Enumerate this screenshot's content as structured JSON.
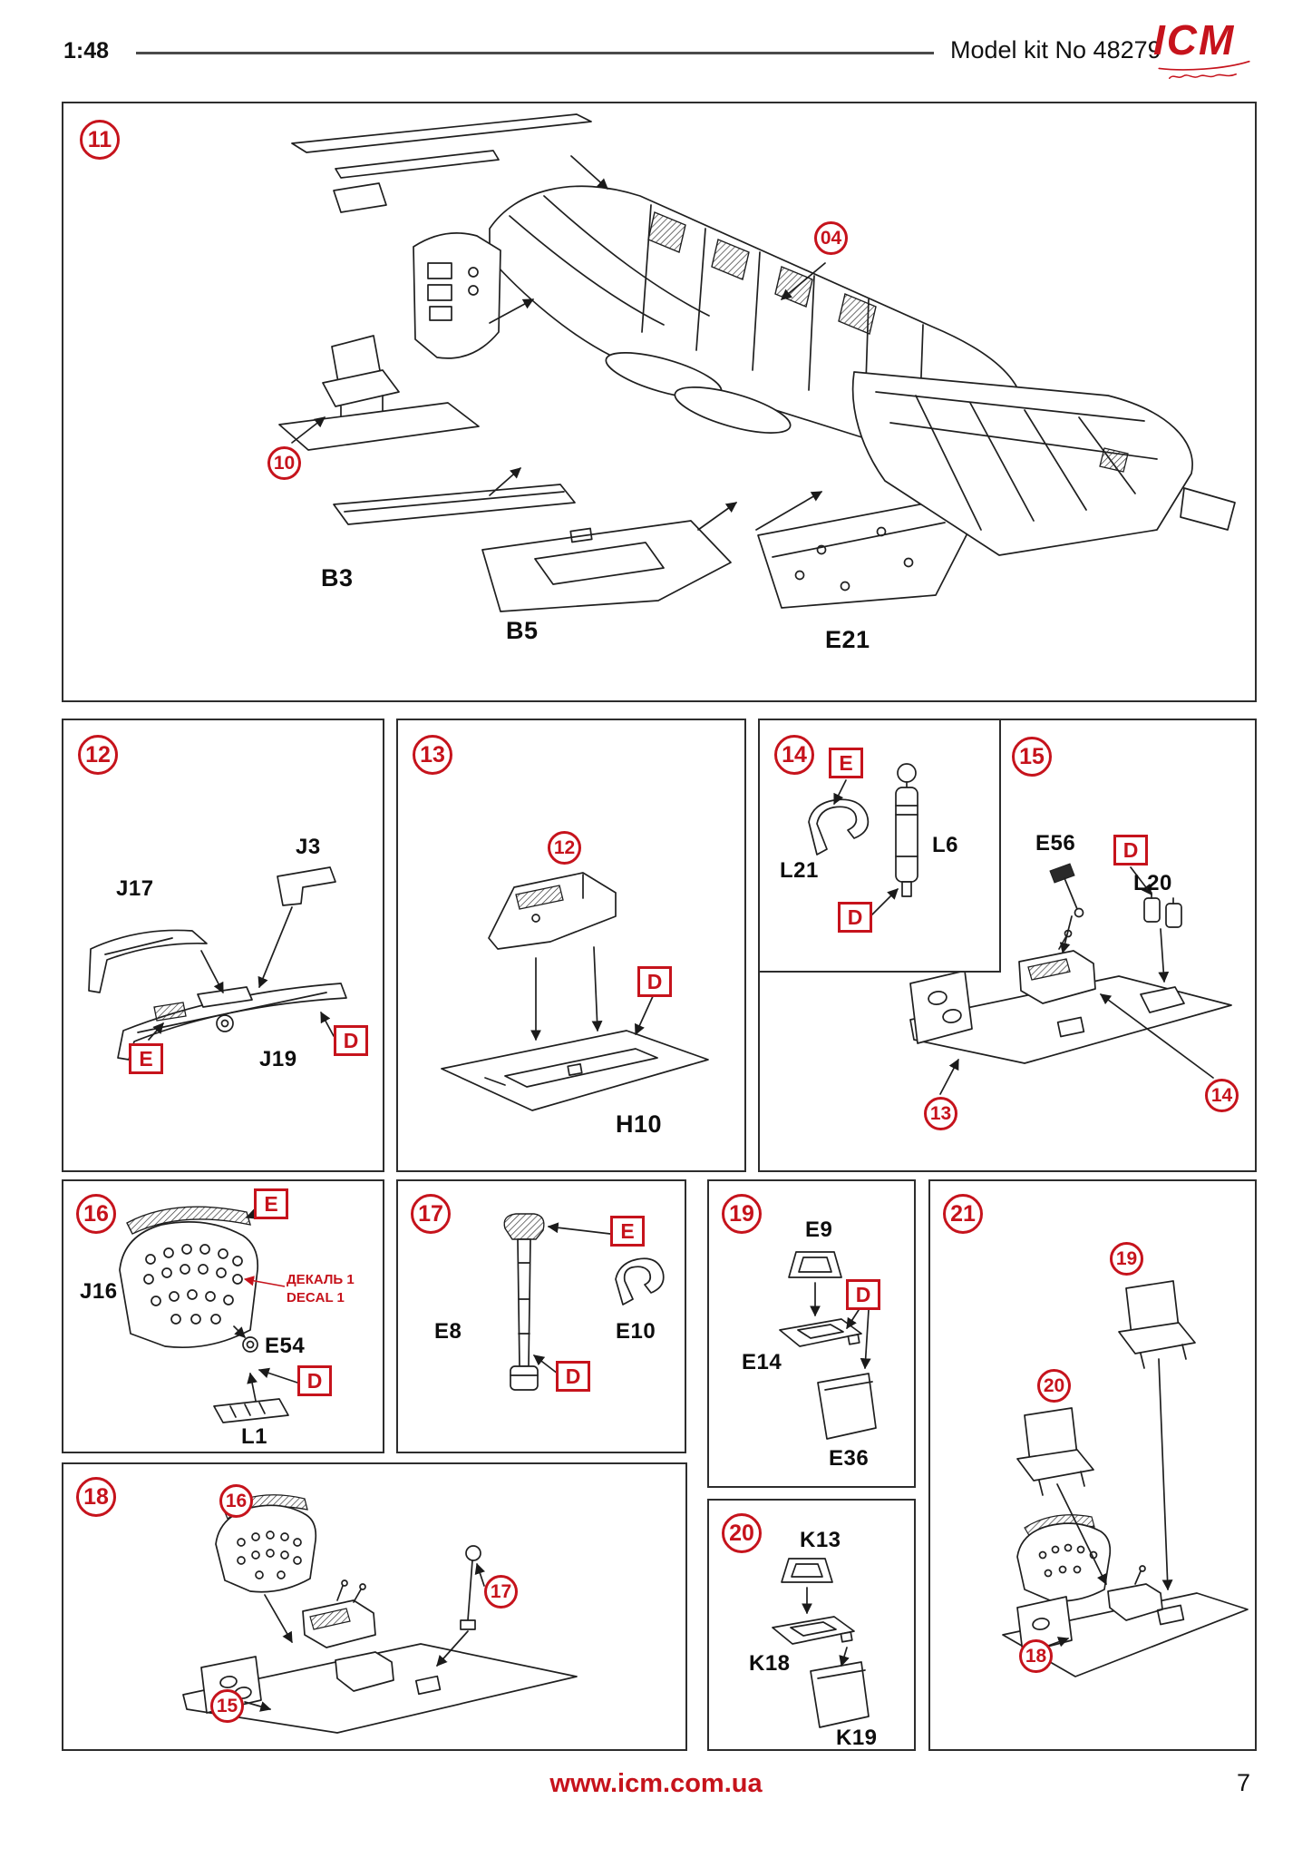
{
  "colors": {
    "accent": "#c6131c",
    "ink": "#1f1f1f"
  },
  "header": {
    "scale": "1:48",
    "kit_no": "Model kit No 48279",
    "brand": "ICM"
  },
  "footer": {
    "website": "www.icm.com.ua",
    "page": "7"
  },
  "steps": {
    "s11": {
      "num": "11",
      "refs": {
        "r04": "04",
        "r10": "10"
      },
      "parts": {
        "b3": "B3",
        "b5": "B5",
        "e21": "E21"
      }
    },
    "s12": {
      "num": "12",
      "parts": {
        "j17": "J17",
        "j3": "J3",
        "j19": "J19"
      },
      "callouts": {
        "e": "E",
        "d": "D"
      }
    },
    "s13": {
      "num": "13",
      "refs": {
        "r12": "12"
      },
      "parts": {
        "h10": "H10"
      },
      "callouts": {
        "d": "D"
      }
    },
    "s14": {
      "num": "14",
      "parts": {
        "l21": "L21",
        "l6": "L6"
      },
      "callouts": {
        "e": "E",
        "d": "D"
      }
    },
    "s15": {
      "num": "15",
      "parts": {
        "e56": "E56",
        "l20": "L20"
      },
      "refs": {
        "r13": "13",
        "r14": "14"
      },
      "callouts": {
        "d": "D"
      }
    },
    "s16": {
      "num": "16",
      "parts": {
        "j16": "J16",
        "e54": "E54",
        "l1": "L1"
      },
      "callouts": {
        "e": "E",
        "d": "D"
      },
      "decal": {
        "line1": "ДЕКАЛЬ 1",
        "line2": "DECAL 1"
      }
    },
    "s17": {
      "num": "17",
      "parts": {
        "e8": "E8",
        "e10": "E10"
      },
      "callouts": {
        "e": "E",
        "d": "D"
      }
    },
    "s18": {
      "num": "18",
      "refs": {
        "r16": "16",
        "r17": "17",
        "r15": "15"
      }
    },
    "s19": {
      "num": "19",
      "parts": {
        "e9": "E9",
        "e14": "E14",
        "e36": "E36"
      },
      "callouts": {
        "d": "D"
      }
    },
    "s20": {
      "num": "20",
      "parts": {
        "k13": "K13",
        "k18": "K18",
        "k19": "K19"
      }
    },
    "s21": {
      "num": "21",
      "refs": {
        "r19": "19",
        "r20": "20",
        "r18": "18"
      }
    }
  }
}
